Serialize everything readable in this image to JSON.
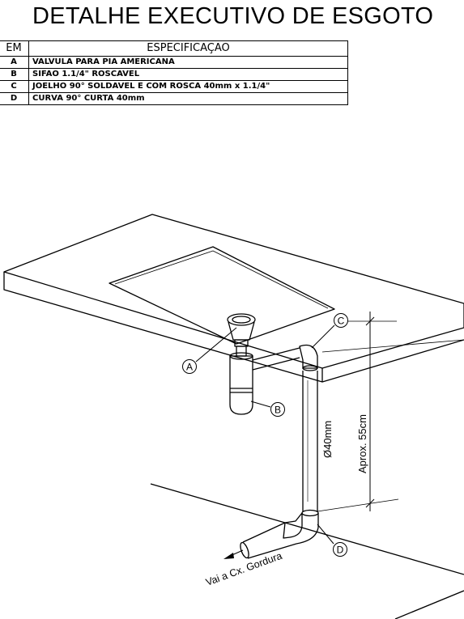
{
  "title": "DETALHE EXECUTIVO DE ESGOTO",
  "table": {
    "header_item": "EM",
    "header_spec": "ESPECIFICAÇAO",
    "rows": [
      {
        "item": "A",
        "desc": "VALVULA PARA PIA AMERICANA"
      },
      {
        "item": "B",
        "desc": "SIFAO 1.1/4\" ROSCAVEL"
      },
      {
        "item": "C",
        "desc": "JOELHO 90° SOLDAVEL E COM ROSCA 40mm x 1.1/4\""
      },
      {
        "item": "D",
        "desc": "CURVA 90° CURTA 40mm"
      }
    ]
  },
  "callouts": {
    "a": "A",
    "b": "B",
    "c": "C",
    "d": "D"
  },
  "labels": {
    "diameter": "Ø40mm",
    "height": "Aprox. 55cm",
    "outlet": "Vai a Cx. Gordura"
  }
}
